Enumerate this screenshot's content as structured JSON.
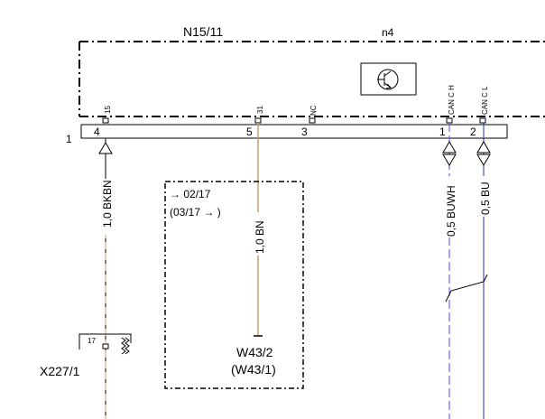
{
  "component": {
    "id": "N15/11",
    "label": "n4"
  },
  "connector_bar": {
    "label": "1"
  },
  "pins": [
    {
      "pin": "4",
      "signal": "15"
    },
    {
      "pin": "5",
      "signal": "31"
    },
    {
      "pin": "3",
      "signal": "NC"
    },
    {
      "pin": "1",
      "signal": "CAN C H"
    },
    {
      "pin": "2",
      "signal": "CAN C L"
    }
  ],
  "wires": {
    "w15": "1,0 BKBN",
    "w31": "1,0 BN",
    "can_h": "0,5 BUWH",
    "can_l": "0,5 BU"
  },
  "dated_box": {
    "line1": "02/17",
    "line2": "(03/17",
    "line2_end": ")"
  },
  "ground": {
    "id": "W43/2",
    "alt": "(W43/1)"
  },
  "connector": {
    "id": "X227/1",
    "pin": "17"
  },
  "colors": {
    "brown_wire": "#c8a070",
    "can_h_blue": "#4a4aff",
    "can_l_blue": "#2233aa",
    "line": "#000000"
  }
}
